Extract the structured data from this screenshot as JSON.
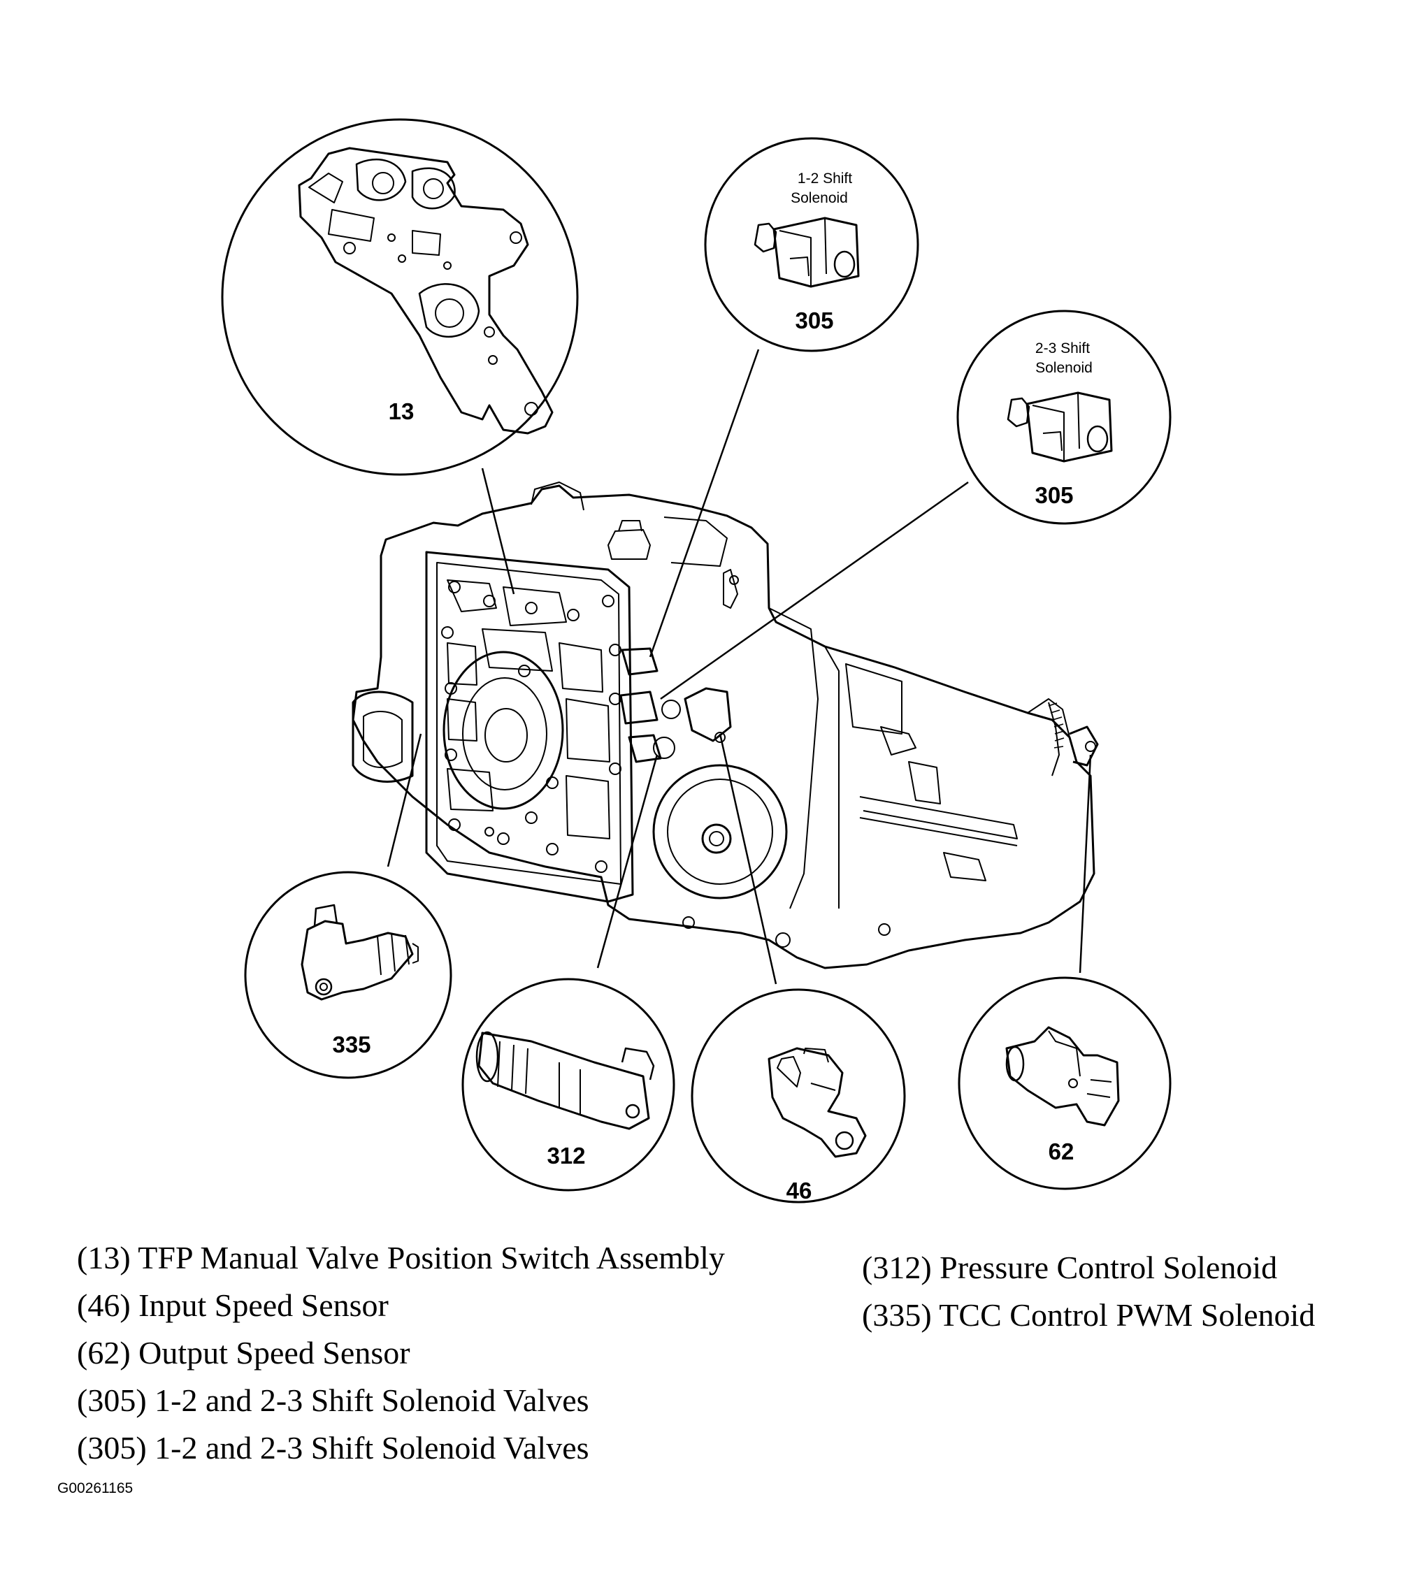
{
  "callouts": {
    "c13": {
      "number": "13"
    },
    "c305a": {
      "number": "305",
      "caption_line1": "1-2 Shift",
      "caption_line2": "Solenoid"
    },
    "c305b": {
      "number": "305",
      "caption_line1": "2-3 Shift",
      "caption_line2": "Solenoid"
    },
    "c335": {
      "number": "335"
    },
    "c312": {
      "number": "312"
    },
    "c46": {
      "number": "46"
    },
    "c62": {
      "number": "62"
    }
  },
  "legend": {
    "left": [
      "(13)  TFP Manual Valve Position Switch Assembly",
      "(46)  Input Speed Sensor",
      "(62)  Output Speed Sensor",
      "(305) 1-2 and 2-3 Shift Solenoid Valves",
      "(305) 1-2 and 2-3 Shift Solenoid Valves"
    ],
    "right": [
      "(312) Pressure Control Solenoid",
      "(335) TCC Control PWM Solenoid"
    ]
  },
  "figure_code": "G00261165",
  "colors": {
    "ink": "#000000",
    "paper": "#ffffff"
  }
}
